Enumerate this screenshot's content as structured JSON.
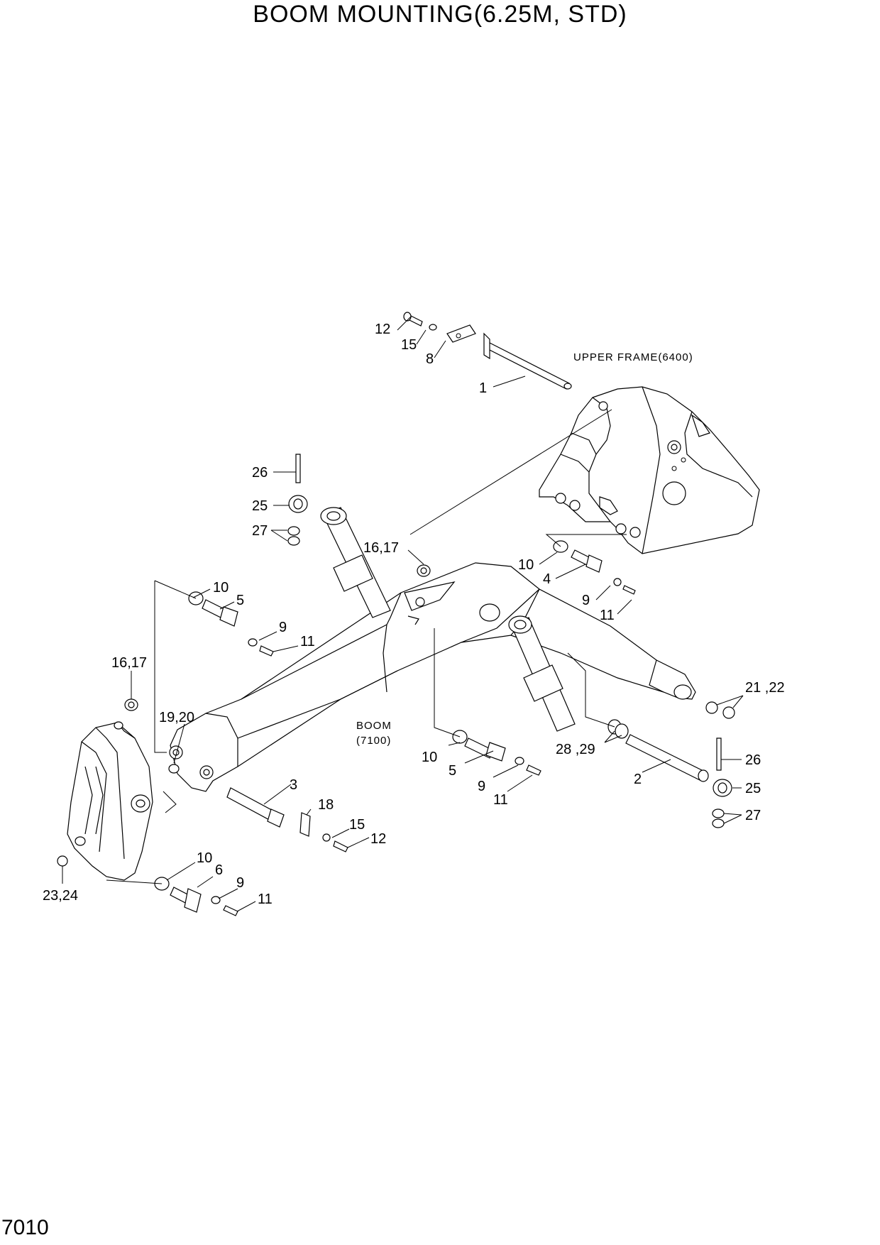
{
  "title": "BOOM MOUNTING(6.25M, STD)",
  "page_number": "7010",
  "frame_labels": {
    "upper_frame": "UPPER FRAME(6400)",
    "boom_line1": "BOOM",
    "boom_line2": "(7100)"
  },
  "callouts": [
    {
      "id": "c12a",
      "text": "12"
    },
    {
      "id": "c15a",
      "text": "15"
    },
    {
      "id": "c8",
      "text": "8"
    },
    {
      "id": "c1",
      "text": "1"
    },
    {
      "id": "c26a",
      "text": "26"
    },
    {
      "id": "c25a",
      "text": "25"
    },
    {
      "id": "c27a",
      "text": "27"
    },
    {
      "id": "c1617a",
      "text": "16,17"
    },
    {
      "id": "c10a",
      "text": "10"
    },
    {
      "id": "c4",
      "text": "4"
    },
    {
      "id": "c9a",
      "text": "9"
    },
    {
      "id": "c11a",
      "text": "11"
    },
    {
      "id": "c10b",
      "text": "10"
    },
    {
      "id": "c5a",
      "text": "5"
    },
    {
      "id": "c9b",
      "text": "9"
    },
    {
      "id": "c11b",
      "text": "11"
    },
    {
      "id": "c1617b",
      "text": "16,17"
    },
    {
      "id": "c2122",
      "text": "21 ,22"
    },
    {
      "id": "c1920",
      "text": "19,20"
    },
    {
      "id": "c2829",
      "text": "28 ,29"
    },
    {
      "id": "c10c",
      "text": "10"
    },
    {
      "id": "c5b",
      "text": "5"
    },
    {
      "id": "c9c",
      "text": "9"
    },
    {
      "id": "c11c",
      "text": "11"
    },
    {
      "id": "c2",
      "text": "2"
    },
    {
      "id": "c26b",
      "text": "26"
    },
    {
      "id": "c25b",
      "text": "25"
    },
    {
      "id": "c27b",
      "text": "27"
    },
    {
      "id": "c3",
      "text": "3"
    },
    {
      "id": "c18",
      "text": "18"
    },
    {
      "id": "c15b",
      "text": "15"
    },
    {
      "id": "c12b",
      "text": "12"
    },
    {
      "id": "c10d",
      "text": "10"
    },
    {
      "id": "c6",
      "text": "6"
    },
    {
      "id": "c9d",
      "text": "9"
    },
    {
      "id": "c11d",
      "text": "11"
    },
    {
      "id": "c2324",
      "text": "23,24"
    }
  ]
}
